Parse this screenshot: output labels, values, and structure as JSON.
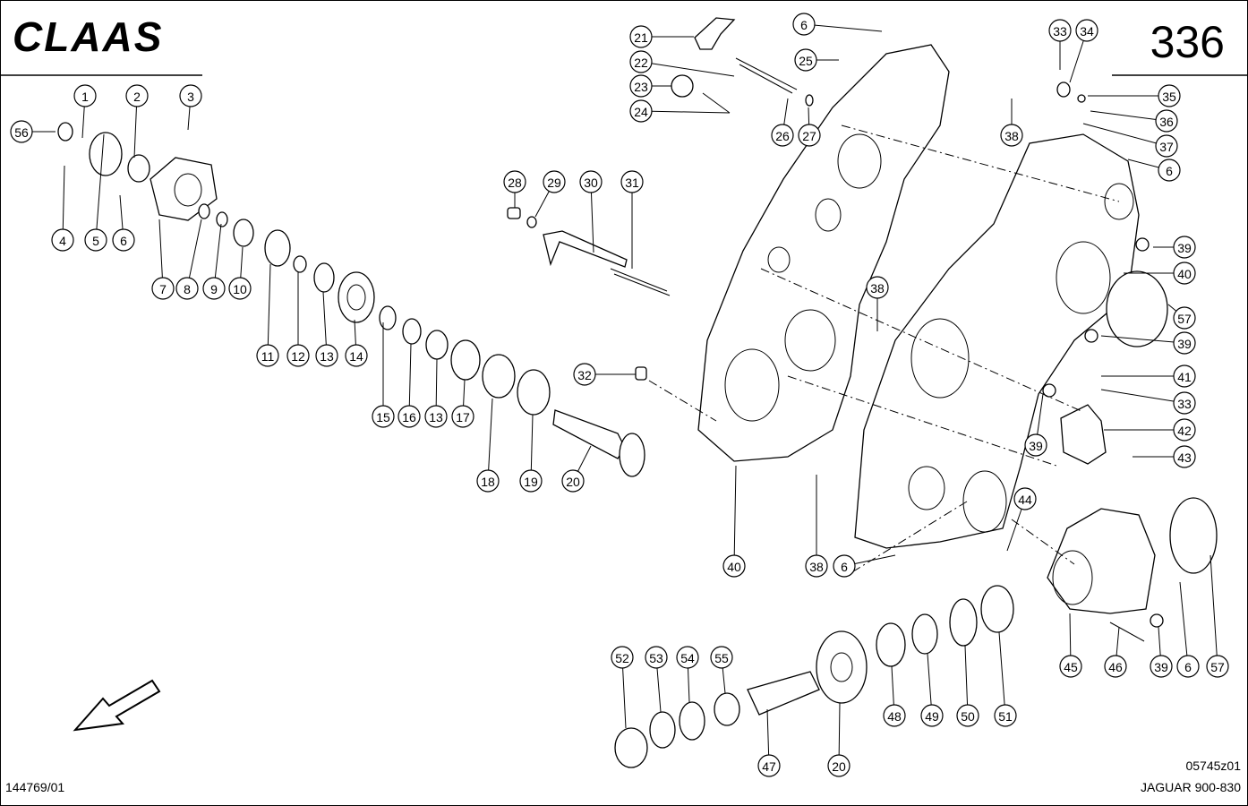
{
  "header": {
    "brand": "CLAAS",
    "page_number": "336"
  },
  "footer": {
    "drawing_code": "05745z01",
    "model": "JAGUAR 900-830",
    "document_number": "144769/01"
  },
  "icons": {
    "direction_arrow": "arrow-down-left-icon"
  },
  "callouts": [
    "1",
    "2",
    "3",
    "4",
    "5",
    "6",
    "7",
    "8",
    "9",
    "10",
    "11",
    "12",
    "13",
    "14",
    "15",
    "16",
    "13",
    "17",
    "18",
    "19",
    "20",
    "21",
    "22",
    "23",
    "24",
    "25",
    "26",
    "27",
    "28",
    "29",
    "30",
    "31",
    "32",
    "6",
    "33",
    "34",
    "35",
    "36",
    "37",
    "6",
    "38",
    "39",
    "40",
    "57",
    "39",
    "41",
    "33",
    "39",
    "42",
    "43",
    "38",
    "40",
    "38",
    "44",
    "6",
    "45",
    "46",
    "39",
    "6",
    "57",
    "52",
    "53",
    "54",
    "55",
    "47",
    "20",
    "48",
    "49",
    "50",
    "51",
    "56"
  ]
}
